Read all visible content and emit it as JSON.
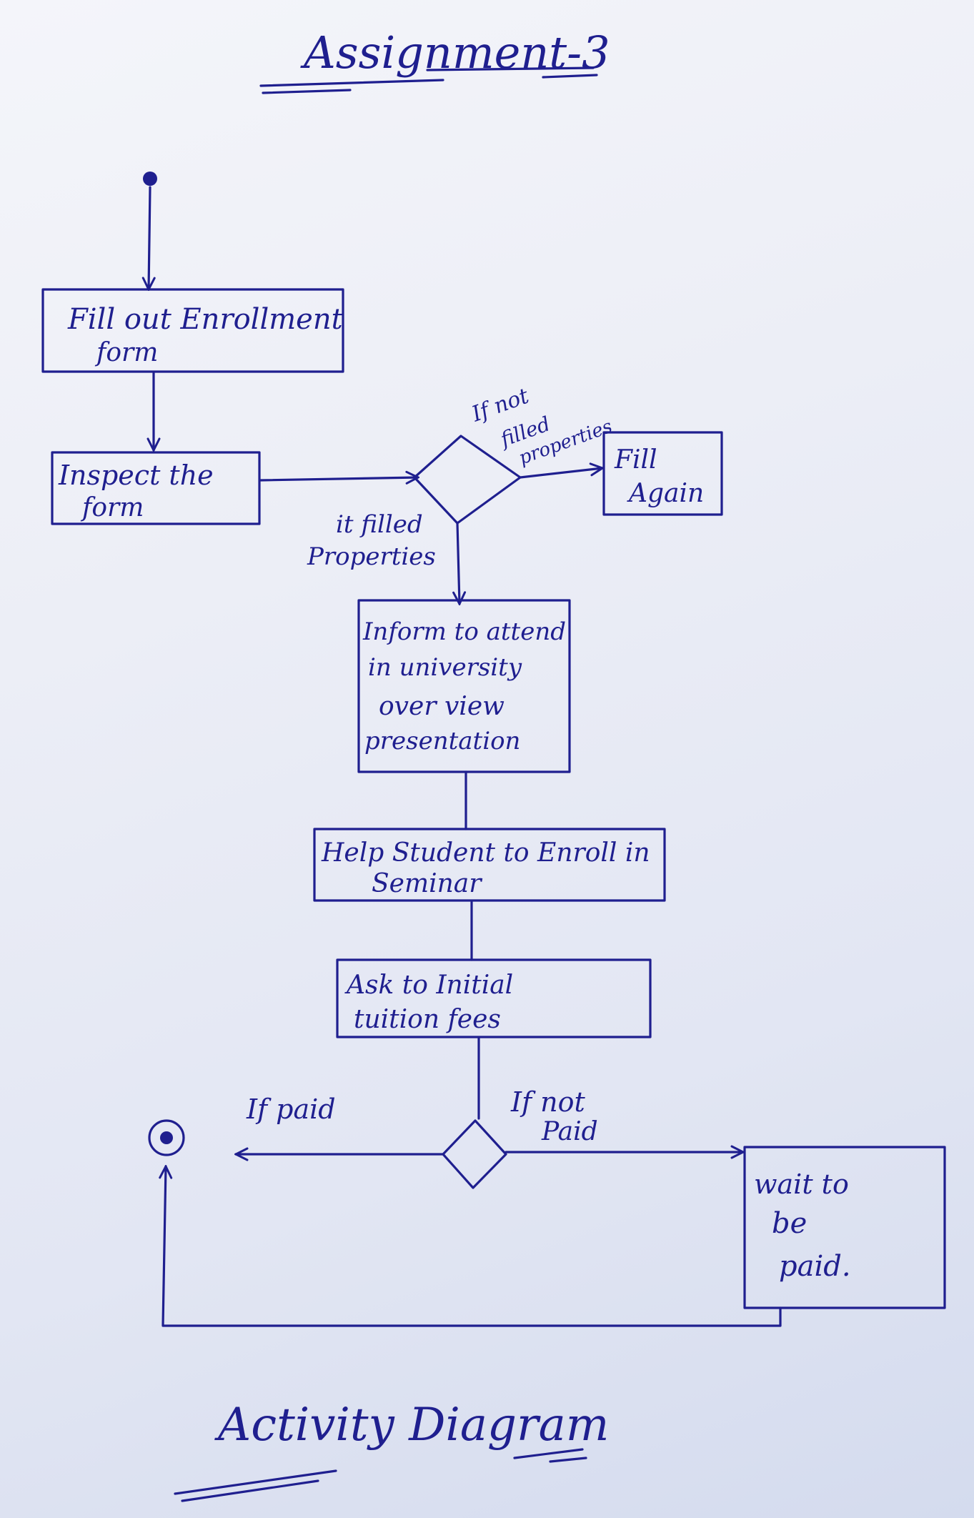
{
  "title": "Assignment-3",
  "footer": "Activity Diagram",
  "nodes": {
    "fill_form": [
      "Fill out Enrollment",
      "form"
    ],
    "inspect": [
      "Inspect the",
      "form"
    ],
    "fill_again": [
      "Fill",
      "Again"
    ],
    "inform": [
      "Inform to attend",
      "in university",
      "over view",
      "presentation"
    ],
    "help": [
      "Help Student to Enroll in",
      "Seminar"
    ],
    "ask": [
      "Ask to Initial",
      "tuition fees"
    ],
    "wait": [
      "wait to",
      "be",
      "paid."
    ]
  },
  "edges": {
    "not_filled": [
      "If not",
      "filled",
      "properties"
    ],
    "filled": [
      "it filled",
      "Properties"
    ],
    "paid": "If paid",
    "not_paid": [
      "If not",
      "Paid"
    ]
  },
  "colors": {
    "ink": "#1f1f8f",
    "paper": "#eceef6"
  }
}
